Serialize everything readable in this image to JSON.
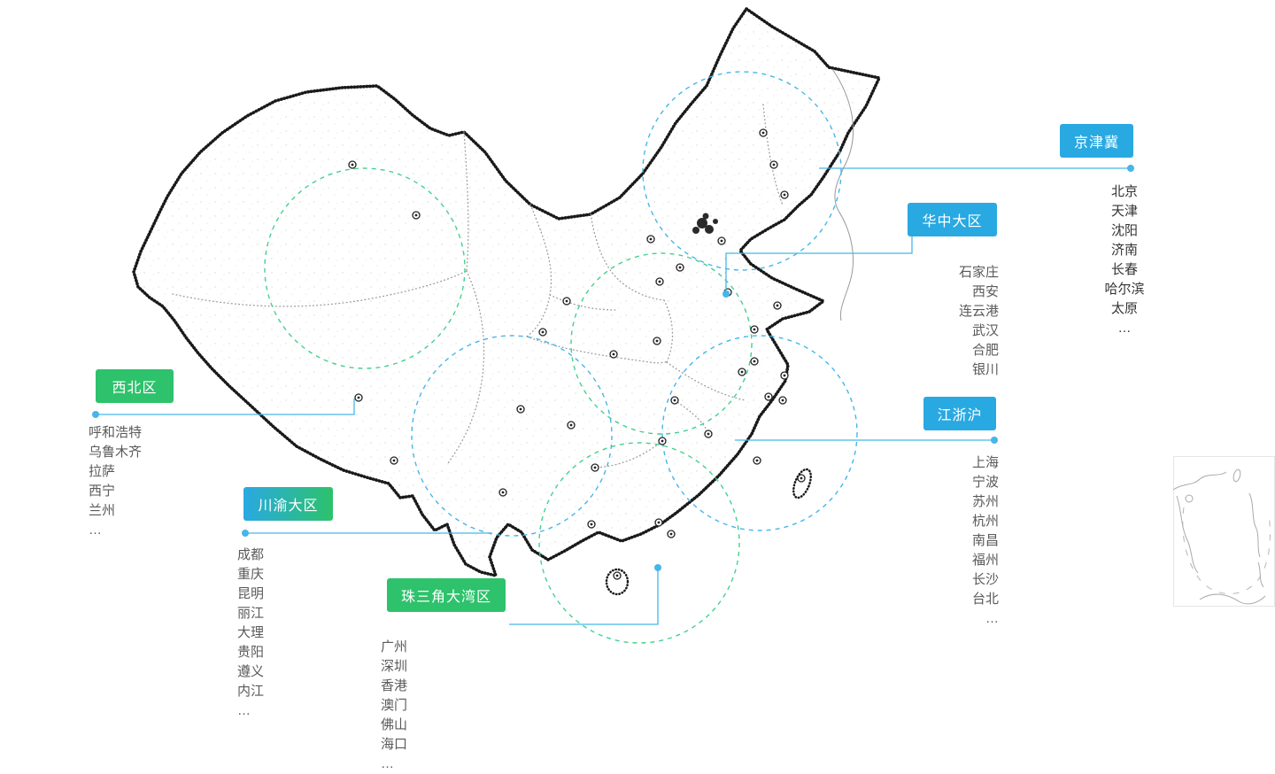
{
  "colors": {
    "blue": "#29a9e2",
    "green": "#2dc26b",
    "teal_gradient_start": "#29a9e2",
    "teal_gradient_end": "#2dc26b",
    "connector": "#45b6e8",
    "map_outline": "#1a1a1a",
    "province_line": "#9b9b9b",
    "list_text": "#5a5a5a"
  },
  "regions": [
    {
      "id": "jingjinji",
      "label": "京津冀",
      "theme": "blue",
      "cities": [
        "北京",
        "天津",
        "沈阳",
        "济南",
        "长春",
        "哈尔滨",
        "太原",
        "…"
      ]
    },
    {
      "id": "huazhong",
      "label": "华中大区",
      "theme": "blue",
      "cities": [
        "石家庄",
        "西安",
        "连云港",
        "武汉",
        "合肥",
        "银川"
      ]
    },
    {
      "id": "xibei",
      "label": "西北区",
      "theme": "green",
      "cities": [
        "呼和浩特",
        "乌鲁木齐",
        "拉萨",
        "西宁",
        "兰州",
        "…"
      ]
    },
    {
      "id": "chuanyu",
      "label": "川渝大区",
      "theme": "teal",
      "cities": [
        "成都",
        "重庆",
        "昆明",
        "丽江",
        "大理",
        "贵阳",
        "遵义",
        "内江",
        "…"
      ]
    },
    {
      "id": "zhusanjiao",
      "label": "珠三角大湾区",
      "theme": "green",
      "cities": [
        "广州",
        "深圳",
        "香港",
        "澳门",
        "佛山",
        "海口",
        "…"
      ]
    },
    {
      "id": "jiangzhehu",
      "label": "江浙沪",
      "theme": "blue",
      "cities": [
        "上海",
        "宁波",
        "苏州",
        "杭州",
        "南昌",
        "福州",
        "长沙",
        "台北",
        "…"
      ]
    }
  ]
}
